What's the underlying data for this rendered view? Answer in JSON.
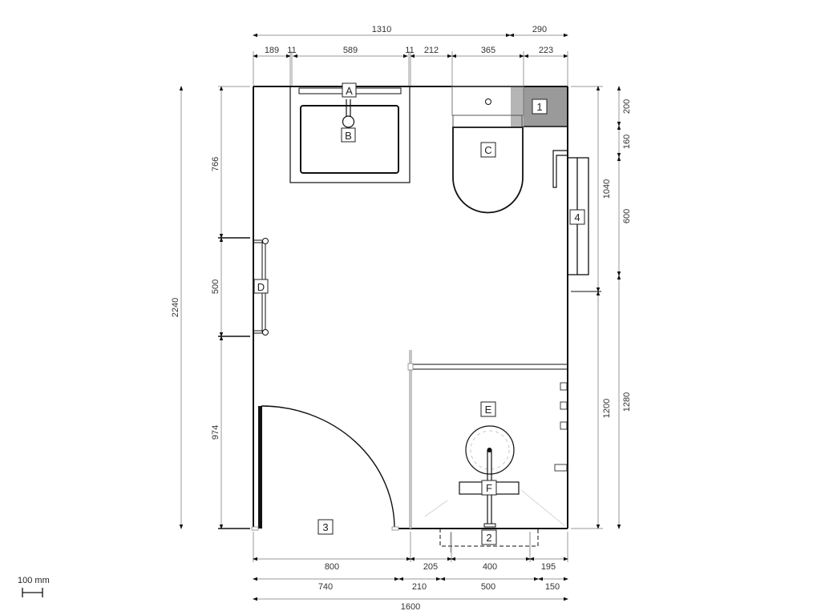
{
  "drawing": {
    "type": "bathroom floor plan",
    "room": {
      "width_mm": 1600,
      "depth_mm": 2240
    },
    "scale_bar": {
      "label": "100 mm"
    }
  },
  "dimensions": {
    "top_overall": [
      {
        "value": "1310"
      },
      {
        "value": "290"
      }
    ],
    "top_detail": [
      {
        "value": "189"
      },
      {
        "value": "11"
      },
      {
        "value": "589"
      },
      {
        "value": "11"
      },
      {
        "value": "212"
      },
      {
        "value": "365"
      },
      {
        "value": "223"
      }
    ],
    "left_overall": {
      "value": "2240"
    },
    "left_detail": [
      {
        "value": "766"
      },
      {
        "value": "500"
      },
      {
        "value": "974"
      }
    ],
    "right_inner": [
      {
        "value": "1040"
      },
      {
        "value": "1200"
      }
    ],
    "right_outer": [
      {
        "value": "200"
      },
      {
        "value": "160"
      },
      {
        "value": "600"
      },
      {
        "value": "1280"
      }
    ],
    "bottom_row1": [
      {
        "value": "800"
      },
      {
        "value": "205"
      },
      {
        "value": "400"
      },
      {
        "value": "195"
      }
    ],
    "bottom_row2": [
      {
        "value": "740"
      },
      {
        "value": "210"
      },
      {
        "value": "500"
      },
      {
        "value": "150"
      }
    ],
    "bottom_overall": {
      "value": "1600"
    }
  },
  "tags": {
    "A": "A",
    "B": "B",
    "C": "C",
    "D": "D",
    "E": "E",
    "F": "F",
    "t1": "1",
    "t2": "2",
    "t3": "3",
    "t4": "4"
  },
  "colors": {
    "wall": "#111111",
    "dimension_line": "#999999",
    "shaded_box": "#9a9a9a"
  }
}
